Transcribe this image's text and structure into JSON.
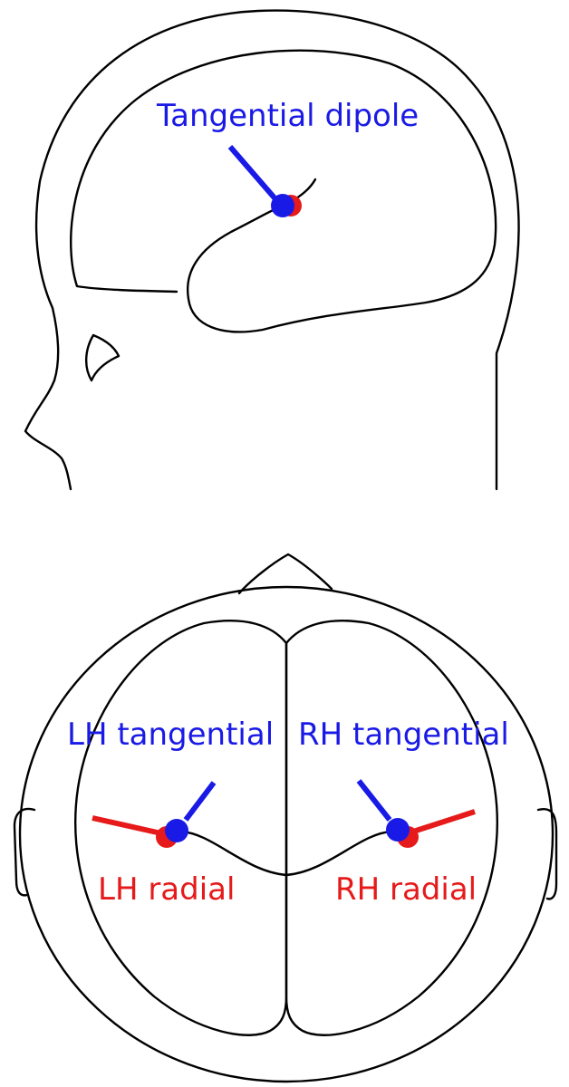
{
  "colors": {
    "outline": "#000000",
    "tangential": "#1a1ae6",
    "radial": "#e61a1a",
    "background": "#ffffff"
  },
  "sagittal_view": {
    "labels": {
      "tangential_dipole": "Tangential dipole"
    }
  },
  "axial_view": {
    "labels": {
      "lh_tangential": "LH tangential",
      "rh_tangential": "RH tangential",
      "lh_radial": "LH radial",
      "rh_radial": "RH radial"
    }
  }
}
